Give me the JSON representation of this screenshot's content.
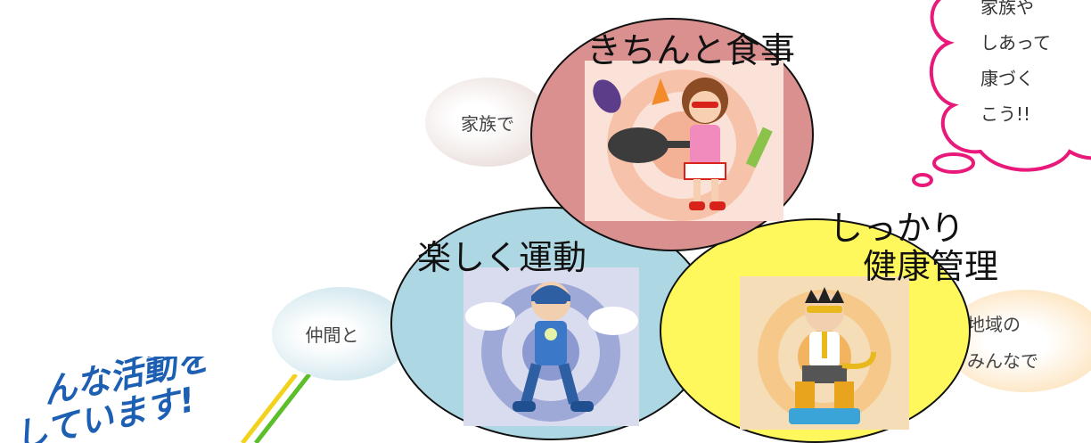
{
  "tags": {
    "family": "家族で",
    "friends": "仲間と",
    "community_line1": "地域の",
    "community_line2": "みんなで"
  },
  "circles": {
    "meal": {
      "title": "きちんと食事",
      "color": "#d9908f"
    },
    "exercise": {
      "title": "楽しく運動",
      "color": "#add8e3"
    },
    "health": {
      "title_line1": "しっかり",
      "title_line2": "健康管理",
      "color": "#fff85c"
    }
  },
  "thought_bubble": {
    "lines": [
      "家族や",
      "しあって",
      "康づく",
      "こう!!"
    ],
    "border_color": "#e8197a"
  },
  "slogan": {
    "line1": "んな活動を",
    "line2": "しています!"
  },
  "colors": {
    "tag_family": "#ebe0dd",
    "tag_friends": "#d3e8ef",
    "tag_community": "#fde6c3",
    "slogan": "#1d5fb3"
  }
}
